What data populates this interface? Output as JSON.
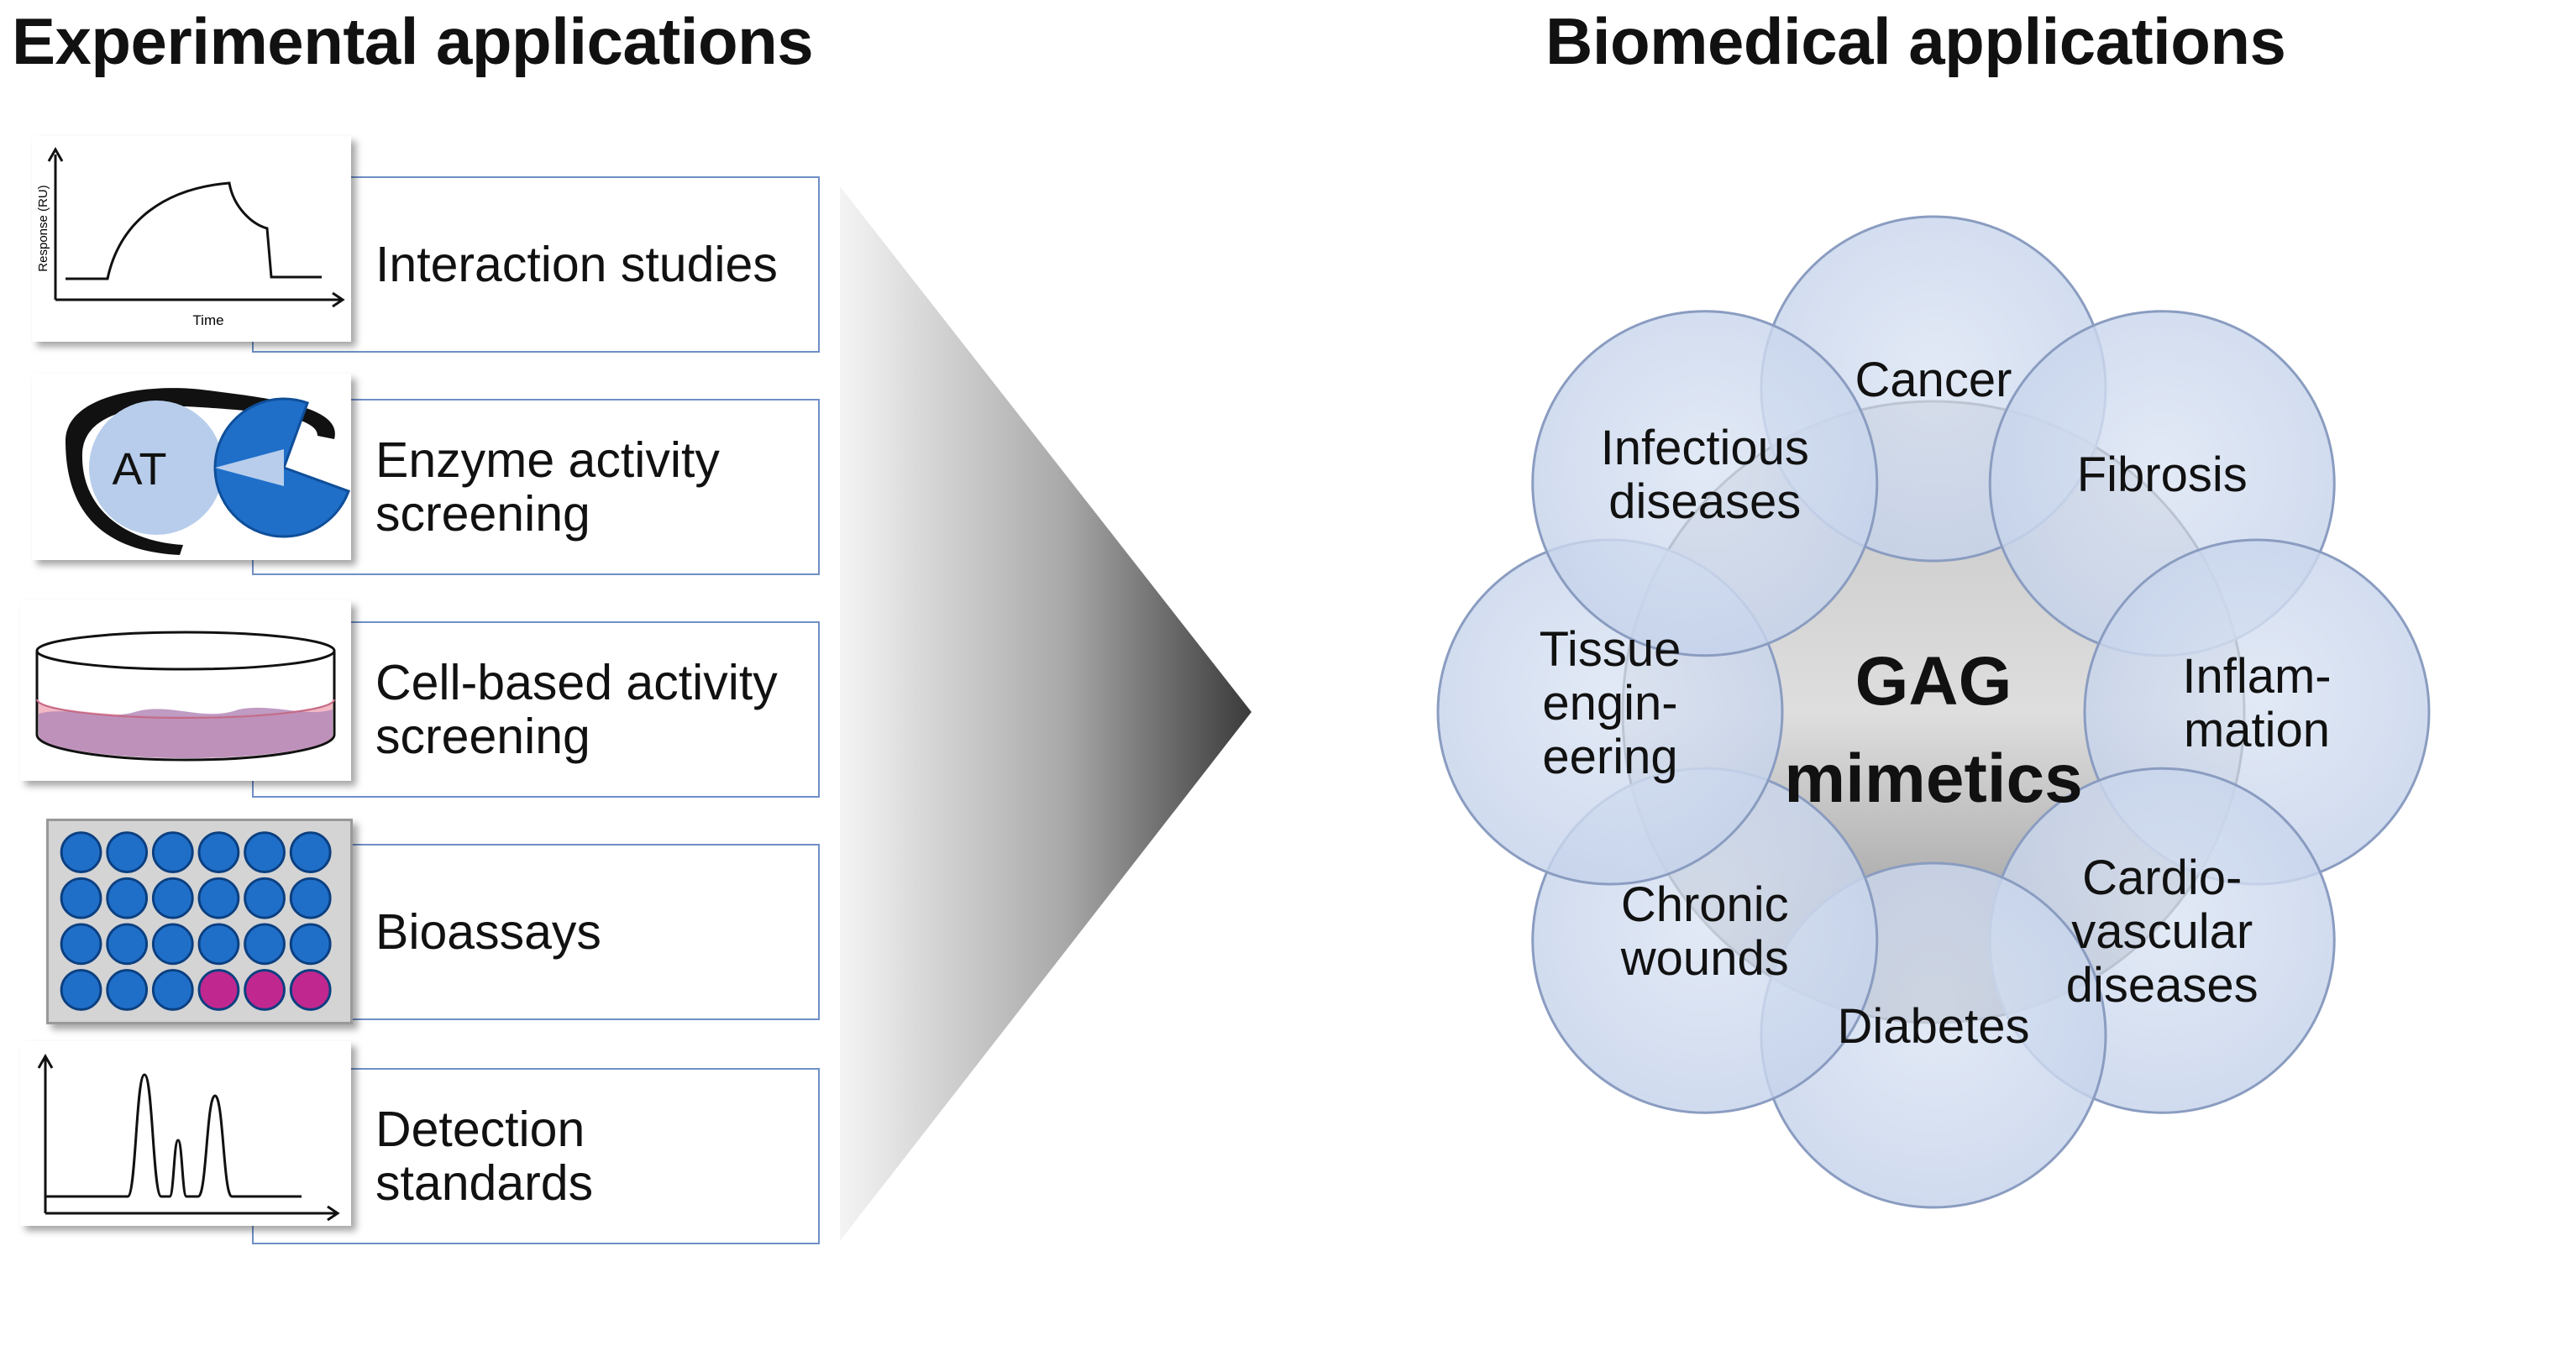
{
  "left_panel": {
    "title": "Experimental applications",
    "items": [
      {
        "label_lines": [
          "Interaction studies"
        ],
        "icon": "sensorgram-icon",
        "graph_axis_x": "Time",
        "graph_axis_y": "Response (RU)"
      },
      {
        "label_lines": [
          "Enzyme activity",
          "screening"
        ],
        "icon": "enzyme-icon",
        "enzyme_text": "AT"
      },
      {
        "label_lines": [
          "Cell-based activity",
          "screening"
        ],
        "icon": "petri-dish-icon"
      },
      {
        "label_lines": [
          "Bioassays"
        ],
        "icon": "well-plate-icon"
      },
      {
        "label_lines": [
          "Detection",
          "standards"
        ],
        "icon": "chromatogram-icon"
      }
    ]
  },
  "right_panel": {
    "title": "Biomedical applications",
    "center": {
      "line1": "GAG",
      "line2": "mimetics"
    },
    "applications": [
      {
        "lines": [
          "Cancer"
        ]
      },
      {
        "lines": [
          "Fibrosis"
        ]
      },
      {
        "lines": [
          "Inflam-",
          "mation"
        ]
      },
      {
        "lines": [
          "Cardio-",
          "vascular",
          "diseases"
        ]
      },
      {
        "lines": [
          "Diabetes"
        ]
      },
      {
        "lines": [
          "Chronic",
          "wounds"
        ]
      },
      {
        "lines": [
          "Tissue",
          "engin-",
          "eering"
        ]
      },
      {
        "lines": [
          "Infectious",
          "diseases"
        ]
      }
    ]
  },
  "colors": {
    "box_border": "#6f8fc7",
    "bubble_fill": "#c9d6ec",
    "bubble_stroke": "#8a9cc0",
    "enzyme_light": "#b7cdeb",
    "enzyme_dark": "#1f6fc9",
    "well_blue": "#1f6fc9",
    "well_magenta": "#c0288f"
  }
}
